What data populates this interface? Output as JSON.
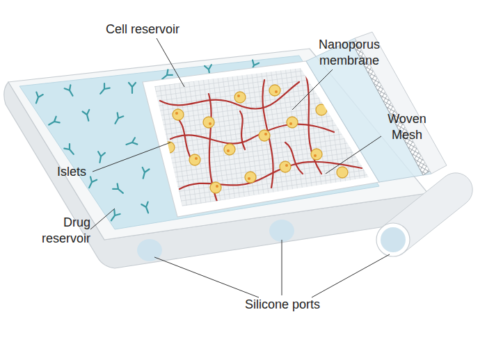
{
  "diagram": {
    "labels": [
      "Cell reservoir",
      "Nanoporus membrane",
      "Woven Mesh",
      "Islets",
      "Drug reservoir",
      "Silicone ports"
    ]
  }
}
